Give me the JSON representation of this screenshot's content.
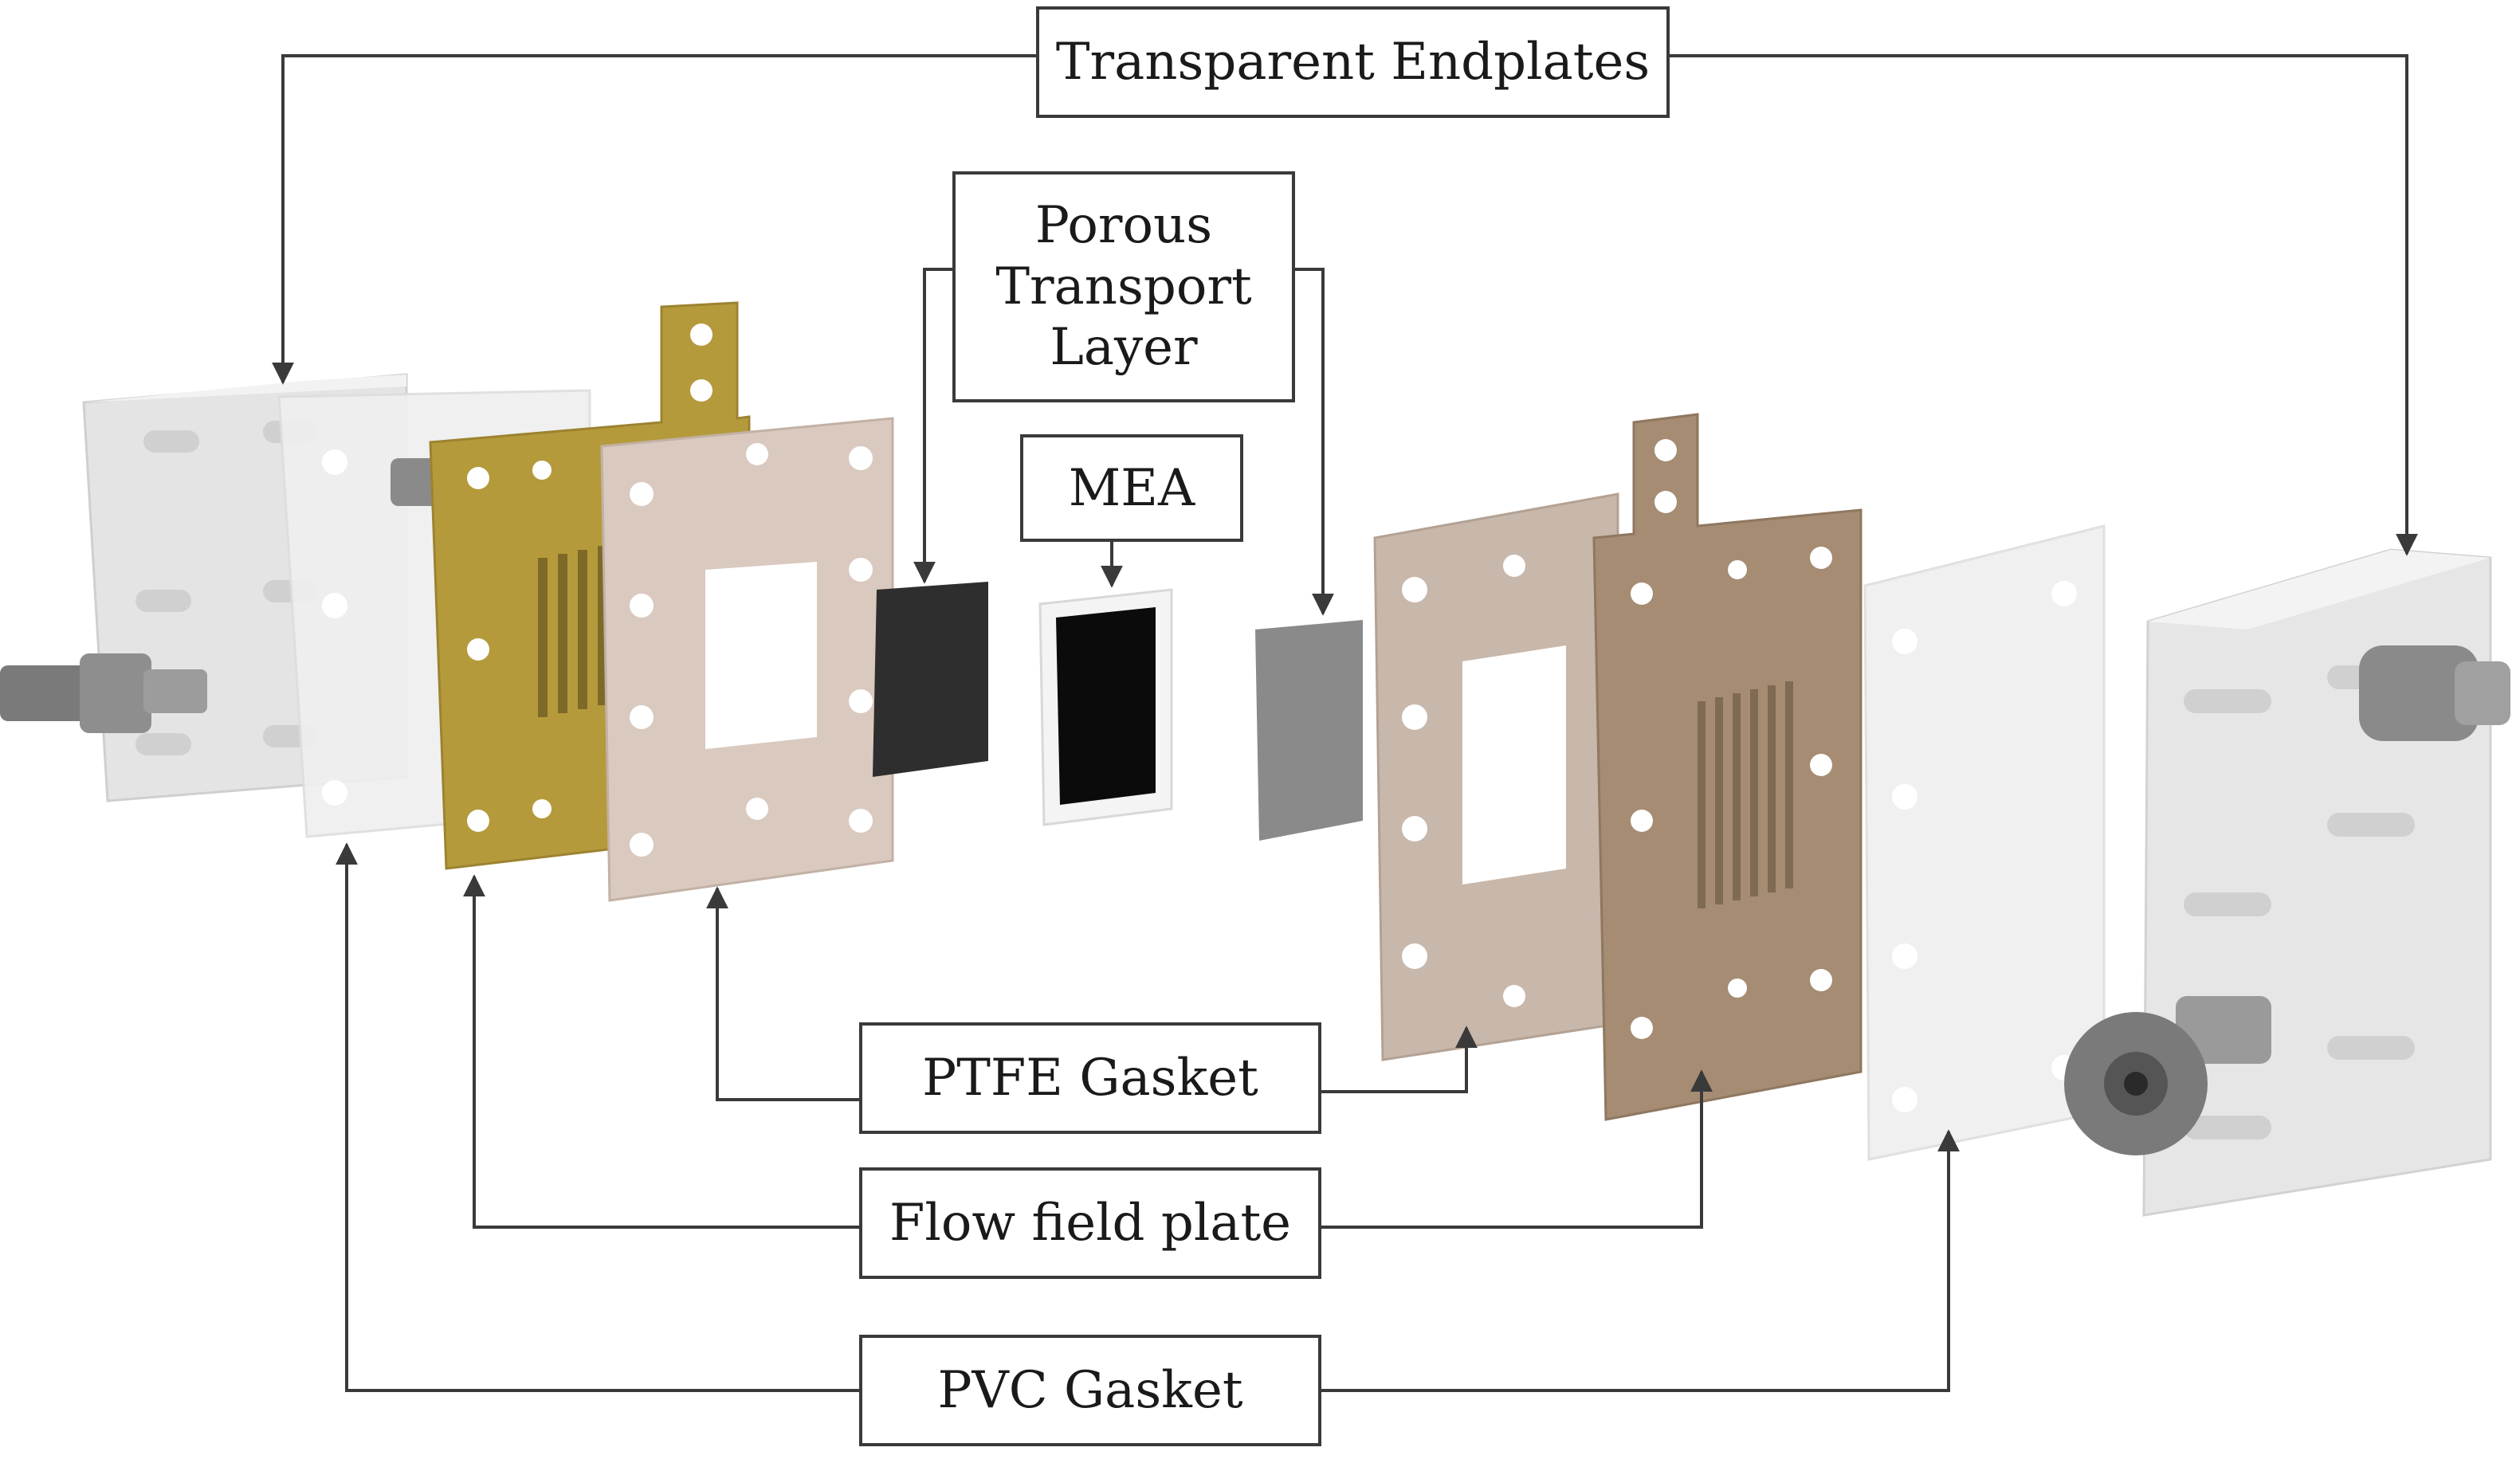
{
  "labels": {
    "transparent_endplates": "Transparent Endplates",
    "porous_transport_layer": [
      "Porous",
      "Transport",
      "Layer"
    ],
    "mea": "MEA",
    "ptfe_gasket": "PTFE Gasket",
    "flow_field_plate": "Flow field plate",
    "pvc_gasket": "PVC Gasket"
  },
  "colors": {
    "line": "#3a3a3a",
    "endplate": "#e6e6e6",
    "pvc_gasket": "#f0f0f0",
    "flow_plate_left": "#b59a3c",
    "flow_plate_right": "#a58c72",
    "ptfe_left": "#d9c9bf",
    "ptfe_right": "#c8b7ab",
    "ptl_left": "#2e2e2e",
    "ptl_right": "#8a8a8a",
    "mea": "#0b0b0b",
    "fitting": "#7a7a7a"
  }
}
